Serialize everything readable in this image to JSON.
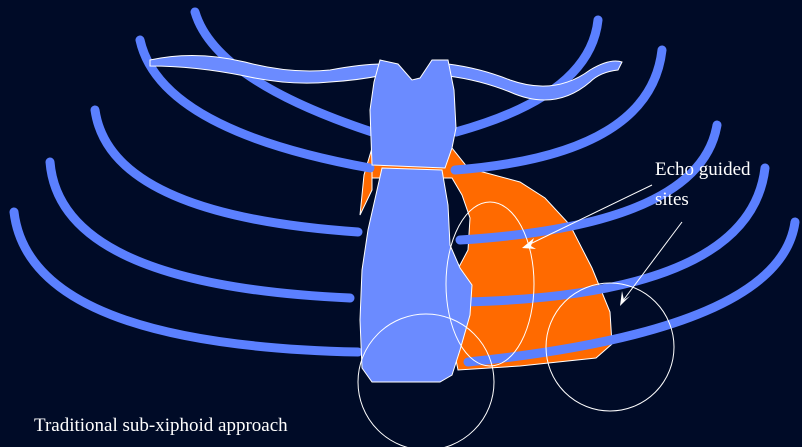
{
  "labels": {
    "echo_guided_line1": "Echo guided",
    "echo_guided_line2": "sites",
    "traditional": "Traditional sub-xiphoid approach"
  },
  "colors": {
    "background": "#000b27",
    "rib": "#5b80ff",
    "sternum": "#6b8bff",
    "heart": "#ff6a00",
    "outline": "#ffffff"
  }
}
